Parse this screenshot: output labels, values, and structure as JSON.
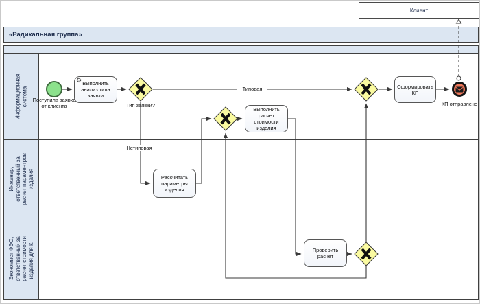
{
  "diagram": {
    "client_pool": "Клиент",
    "pool_title": "«Радикальная группа»",
    "lanes": [
      {
        "label": "Информационная система"
      },
      {
        "label": "Инженер, ответственный за расчет параментров изделия"
      },
      {
        "label": "Экономист ФЭО, ответственный за расчет стоимости изделия для КП"
      }
    ],
    "events": {
      "start": "Поступила заявка от клиента",
      "end": "КП отправлено"
    },
    "tasks": {
      "analyze_request": "Выполнить анализ типа заявки",
      "form_proposal": "Сформировать КП",
      "calc_parameters": "Рассчитать параметры изделия",
      "calc_cost": "Выполнить расчет стоимости изделия",
      "check_calc": "Проверить расчет"
    },
    "gateways": {
      "request_type": "Тип заявки?"
    },
    "flow_labels": {
      "typical": "Типовая",
      "atypical": "Нетиповая"
    },
    "icons": {
      "gear": "⚙"
    },
    "colors": {
      "lane_fill": "#dce6f2",
      "gateway_fill": "#fafaa0",
      "start_fill": "#8ce18c",
      "end_fill": "#f0785a",
      "connector": "#3a3a3a"
    }
  }
}
